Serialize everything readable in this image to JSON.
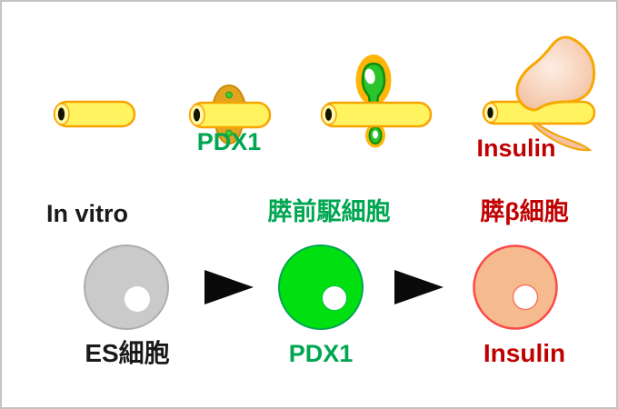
{
  "figure": {
    "in_vivo_row": {
      "stage_pdx1_label": "PDX1",
      "stage_insulin_label": "Insulin"
    },
    "in_vitro_row": {
      "title": "In vitro",
      "cells": [
        {
          "header": "",
          "label": "ES細胞"
        },
        {
          "header": "膵前駆細胞",
          "label": "PDX1"
        },
        {
          "header": "膵β細胞",
          "label": "Insulin"
        }
      ]
    },
    "colors": {
      "green_label": "#00a651",
      "dark_red_label": "#c00000",
      "tube_yellow": "#fff45f",
      "tube_outline_orange": "#f9a302",
      "bud_amber": "#e2a41f",
      "bud_orange": "#ffb408",
      "bud_green": "#2cc42c",
      "pancreas_peach": "#f3c0a0",
      "es_cell_gray": "#cacaca",
      "progenitor_green": "#00e010",
      "beta_cell_peach": "#f5ba8d",
      "beta_cell_outline_red": "#fb4a4a",
      "arrow_black": "#000000"
    }
  }
}
